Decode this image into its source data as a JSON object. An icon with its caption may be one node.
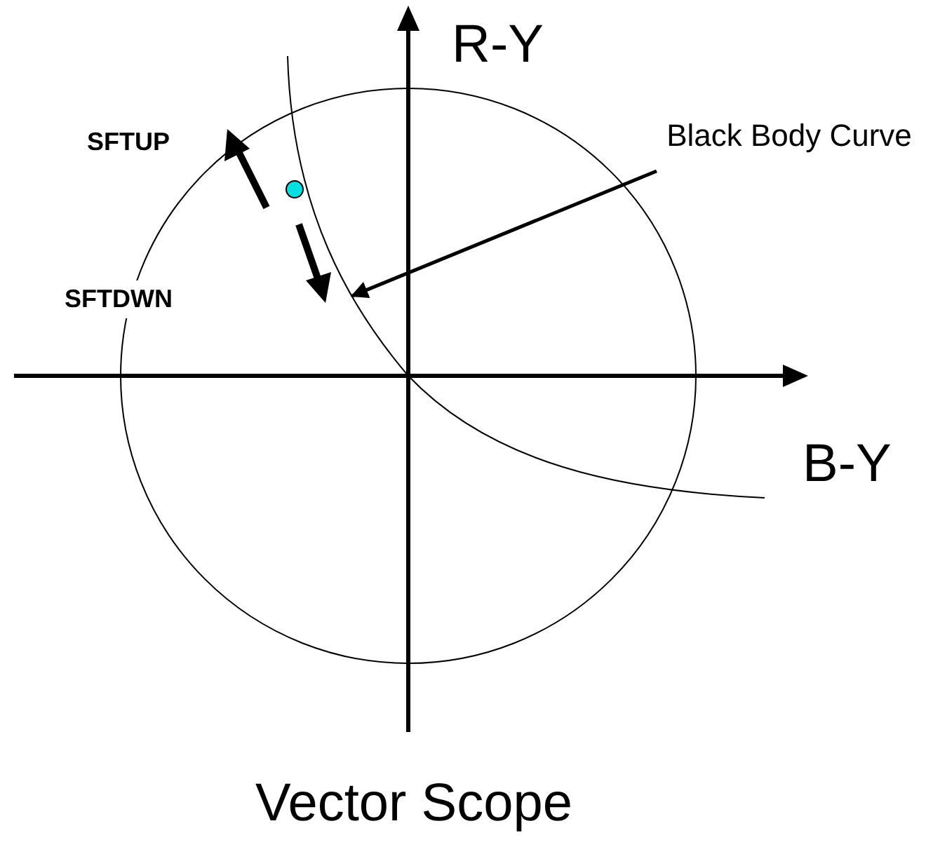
{
  "diagram": {
    "caption": "Vector Scope",
    "nodes": [
      {
        "text": [
          "Black Body Curve"
        ]
      },
      {
        "text": [],
        "shape": "curve"
      }
    ],
    "edges": [
      {
        "from": 0,
        "to": 1,
        "arrow": "to"
      }
    ],
    "labels": [
      "R-Y",
      "SFTUP",
      "SFTDWN",
      "B-Y"
    ]
  }
}
